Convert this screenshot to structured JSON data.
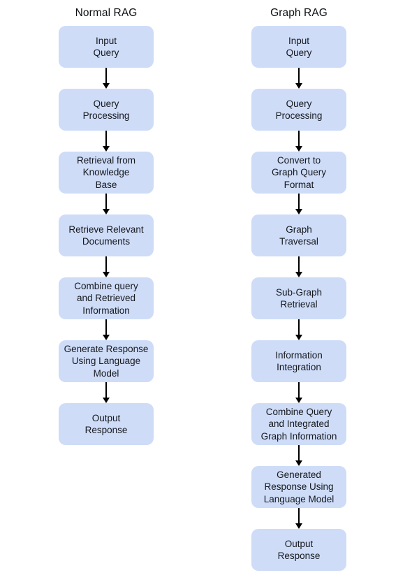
{
  "diagram": {
    "title_left": "Normal RAG",
    "title_right": "Graph RAG",
    "columns": [
      {
        "title": "Normal RAG",
        "nodes": [
          "Input\nQuery",
          "Query\nProcessing",
          "Retrieval from\nKnowledge\nBase",
          "Retrieve Relevant\nDocuments",
          "Combine query\nand Retrieved\nInformation",
          "Generate Response\nUsing Language\nModel",
          "Output\nResponse"
        ]
      },
      {
        "title": "Graph RAG",
        "nodes": [
          "Input\nQuery",
          "Query\nProcessing",
          "Convert to\nGraph Query\nFormat",
          "Graph\nTraversal",
          "Sub-Graph\nRetrieval",
          "Information\nIntegration",
          "Combine Query\nand Integrated\nGraph Information",
          "Generated\nResponse Using\nLanguage Model",
          "Output\nResponse"
        ]
      }
    ]
  },
  "colors": {
    "node_fill": "#cedcf8",
    "node_text": "#15181d",
    "arrow": "#000000",
    "background": "#ffffff",
    "title": "#0d0f12"
  }
}
